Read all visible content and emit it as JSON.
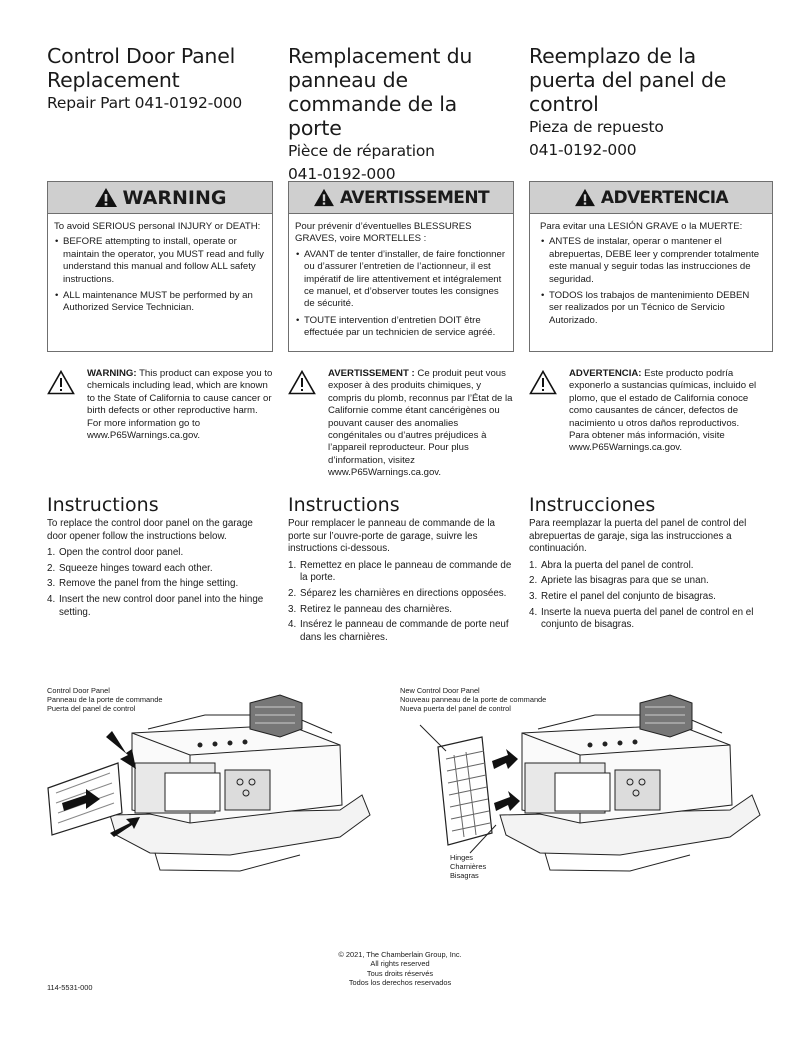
{
  "titles": [
    {
      "main": "Control Door Panel Replacement",
      "sub": "Repair Part 041-0192-000"
    },
    {
      "main": "Remplacement du panneau de commande de la porte",
      "sub1": "Pièce de réparation",
      "sub2": "041-0192-000"
    },
    {
      "main": "Reemplazo de la puerta del panel de control",
      "sub1": "Pieza de repuesto",
      "sub2": "041-0192-000"
    }
  ],
  "warnings": [
    {
      "header": "WARNING",
      "intro": "To avoid SERIOUS personal INJURY or DEATH:",
      "items": [
        "BEFORE attempting to install, operate or maintain the operator, you MUST read and fully understand this manual and follow ALL safety instructions.",
        "ALL maintenance MUST be performed by an Authorized Service Technician."
      ]
    },
    {
      "header": "AVERTISSEMENT",
      "intro": "Pour prévenir d’éventuelles BLESSURES GRAVES, voire MORTELLES :",
      "items": [
        "AVANT de tenter d’installer, de faire fonctionner ou d’assurer l’entretien de l’actionneur, il est impératif de lire attentivement et intégralement ce manuel, et d’observer toutes les consignes de sécurité.",
        "TOUTE intervention d’entretien DOIT être effectuée par un technicien de service agréé."
      ]
    },
    {
      "header": "ADVERTENCIA",
      "intro": "Para evitar una LESIÓN GRAVE o la MUERTE:",
      "items": [
        "ANTES de instalar, operar o mantener el abrepuertas, DEBE leer y comprender totalmente este manual y seguir todas las instrucciones de seguridad.",
        "TODOS los trabajos de mantenimiento DEBEN ser realizados por un Técnico de Servicio Autorizado."
      ]
    }
  ],
  "prop65": [
    {
      "label": "WARNING:",
      "text": "This product can expose you to chemicals including lead, which are known to the State of California to cause cancer or birth defects or other reproductive harm. For more information go to www.P65Warnings.ca.gov."
    },
    {
      "label": "AVERTISSEMENT :",
      "text": "Ce produit peut vous exposer à des produits chimiques, y compris du plomb, reconnus par l’État de la Californie comme étant cancérigènes ou pouvant causer des anomalies congénitales ou d’autres préjudices à l’appareil reproducteur. Pour plus d’information, visitez www.P65Warnings.ca.gov."
    },
    {
      "label": "ADVERTENCIA:",
      "text": "Este producto podría exponerlo a sustancias químicas, incluido el plomo, que el estado de California conoce como causantes de cáncer, defectos de nacimiento u otros daños reproductivos. Para obtener más información, visite www.P65Warnings.ca.gov."
    }
  ],
  "instructions": [
    {
      "heading": "Instructions",
      "intro": "To replace the control door panel on the garage door opener follow the instructions below.",
      "steps": [
        "Open the control door panel.",
        "Squeeze hinges toward each other.",
        "Remove the panel from the hinge setting.",
        "Insert the new control door panel into the hinge setting."
      ]
    },
    {
      "heading": "Instructions",
      "intro": "Pour remplacer le panneau de commande de la porte sur l’ouvre-porte de garage, suivre les instructions ci-dessous.",
      "steps": [
        "Remettez en place le panneau de commande de la porte.",
        "Séparez les charnières en directions opposées.",
        "Retirez le panneau des charnières.",
        "Insérez le panneau de commande de porte neuf dans les charnières."
      ]
    },
    {
      "heading": "Instrucciones",
      "intro": "Para reemplazar la puerta del panel de control del abrepuertas de garaje, siga las instrucciones a continuación.",
      "steps": [
        "Abra la puerta del panel de control.",
        "Apriete las bisagras para que se unan.",
        "Retire el panel del conjunto de bisagras.",
        "Inserte la nueva puerta del panel de control en el conjunto de bisagras."
      ]
    }
  ],
  "callouts": {
    "left": [
      "Control Door Panel",
      "Panneau de la porte de commande",
      "Puerta del panel de control"
    ],
    "right": [
      "New Control Door Panel",
      "Nouveau panneau de la porte de commande",
      "Nueva puerta del panel de control"
    ],
    "hinges": [
      "Hinges",
      "Charnières",
      "Bisagras"
    ]
  },
  "footer": [
    "© 2021, The Chamberlain Group, Inc.",
    "All rights reserved",
    "Tous droits réservés",
    "Todos los derechos reservados"
  ],
  "part_number": "114-5531-000"
}
